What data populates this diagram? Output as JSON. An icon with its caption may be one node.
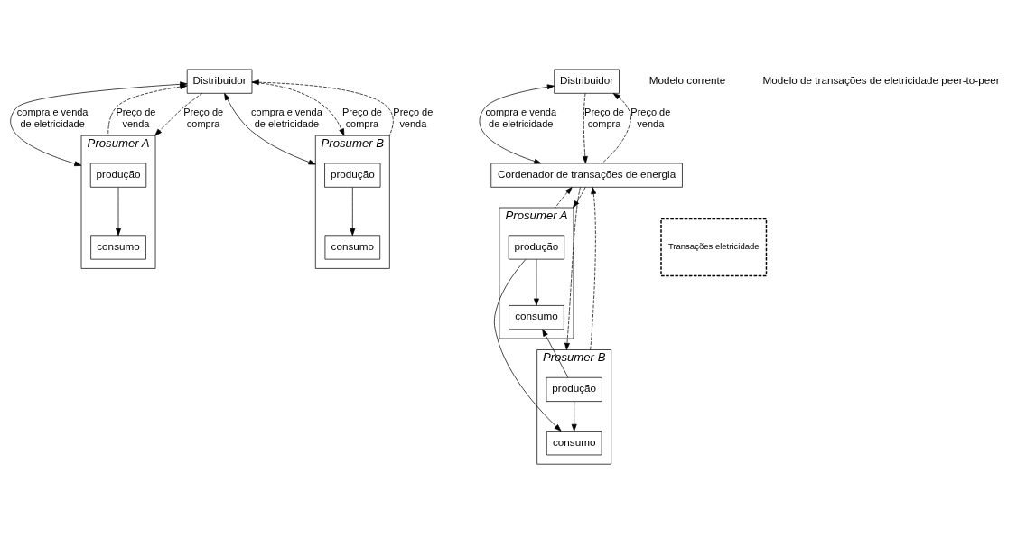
{
  "diagram": {
    "nodes": [
      {
        "text": [
          "Distribuidor"
        ]
      },
      {
        "text": [
          "Prosumer A"
        ]
      },
      {
        "text": [
          "produção"
        ],
        "in": 1
      },
      {
        "text": [
          "consumo"
        ],
        "in": 1
      },
      {
        "text": [
          "Prosumer B"
        ]
      },
      {
        "text": [
          "produção"
        ],
        "in": 4
      },
      {
        "text": [
          "consumo"
        ],
        "in": 4
      },
      {
        "text": [
          "Distribuidor"
        ]
      },
      {
        "text": [
          "Cordenador de transações de energia"
        ]
      },
      {
        "text": [
          "Prosumer A"
        ]
      },
      {
        "text": [
          "produção"
        ],
        "in": 9
      },
      {
        "text": [
          "consumo"
        ],
        "in": 9
      },
      {
        "text": [
          "Transações eletricidade"
        ]
      },
      {
        "text": [
          "Prosumer B"
        ]
      },
      {
        "text": [
          "produção"
        ],
        "in": 13
      },
      {
        "text": [
          "consumo"
        ],
        "in": 13
      }
    ],
    "edges": [
      {
        "from": 0,
        "to": 1,
        "arrow": "both",
        "label": "compra e venda de eletricidade"
      },
      {
        "from": 1,
        "to": 0,
        "arrow": "to",
        "style": "dashed",
        "label": "Preço de venda"
      },
      {
        "from": 0,
        "to": 1,
        "arrow": "to",
        "style": "dashed",
        "label": "Preço de compra"
      },
      {
        "from": 0,
        "to": 4,
        "arrow": "both",
        "label": "compra e venda de eletricidade"
      },
      {
        "from": 0,
        "to": 4,
        "arrow": "to",
        "style": "dashed",
        "label": "Preço de compra"
      },
      {
        "from": 4,
        "to": 0,
        "arrow": "to",
        "style": "dashed",
        "label": "Preço de venda"
      },
      {
        "from": 2,
        "to": 3,
        "arrow": "to"
      },
      {
        "from": 5,
        "to": 6,
        "arrow": "to"
      },
      {
        "from": 7,
        "to": 8,
        "arrow": "both",
        "label": "compra e venda de eletricidade"
      },
      {
        "from": 7,
        "to": 8,
        "arrow": "to",
        "style": "dashed",
        "label": "Preço de compra"
      },
      {
        "from": 8,
        "to": 7,
        "arrow": "to",
        "style": "dashed",
        "label": "Preço de venda"
      },
      {
        "from": 9,
        "to": 8,
        "arrow": "to",
        "style": "dashed"
      },
      {
        "from": 8,
        "to": 9,
        "arrow": "to",
        "style": "dashed"
      },
      {
        "from": 8,
        "to": 13,
        "arrow": "to",
        "style": "dashed"
      },
      {
        "from": 13,
        "to": 8,
        "arrow": "to",
        "style": "dashed"
      },
      {
        "from": 10,
        "to": 11,
        "arrow": "to"
      },
      {
        "from": 10,
        "to": 15,
        "arrow": "to"
      },
      {
        "from": 14,
        "to": 11,
        "arrow": "to"
      },
      {
        "from": 14,
        "to": 15,
        "arrow": "to"
      }
    ],
    "labels": [
      "Modelo corrente",
      "Modelo de transações de eletricidade peer-to-peer"
    ]
  }
}
